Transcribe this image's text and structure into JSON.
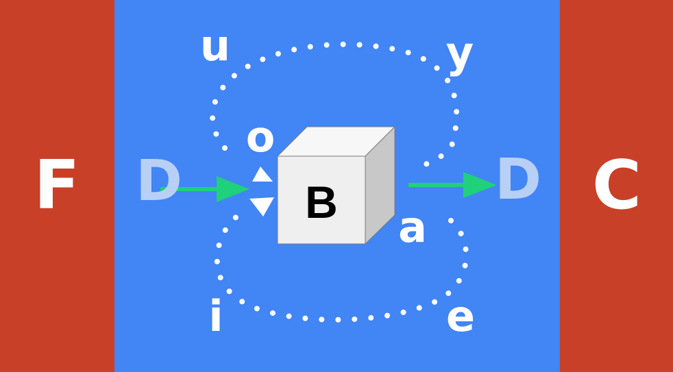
{
  "left_panel": {
    "letter": "F",
    "color": "#c94028"
  },
  "right_panel": {
    "letter": "C",
    "color": "#c94028"
  },
  "background_color": "#4285f4",
  "incoming_letter": "D",
  "outgoing_letter": "D",
  "pale_letter_color": "#b8d0f5",
  "arrow_color": "#1fd17a",
  "box": {
    "label": "B",
    "front_color": "#efefef",
    "top_color": "#f7f7f7",
    "side_color": "#c8c8c8"
  },
  "vowels": {
    "u": "u",
    "y": "y",
    "o": "o",
    "a": "a",
    "i": "i",
    "e": "e"
  }
}
